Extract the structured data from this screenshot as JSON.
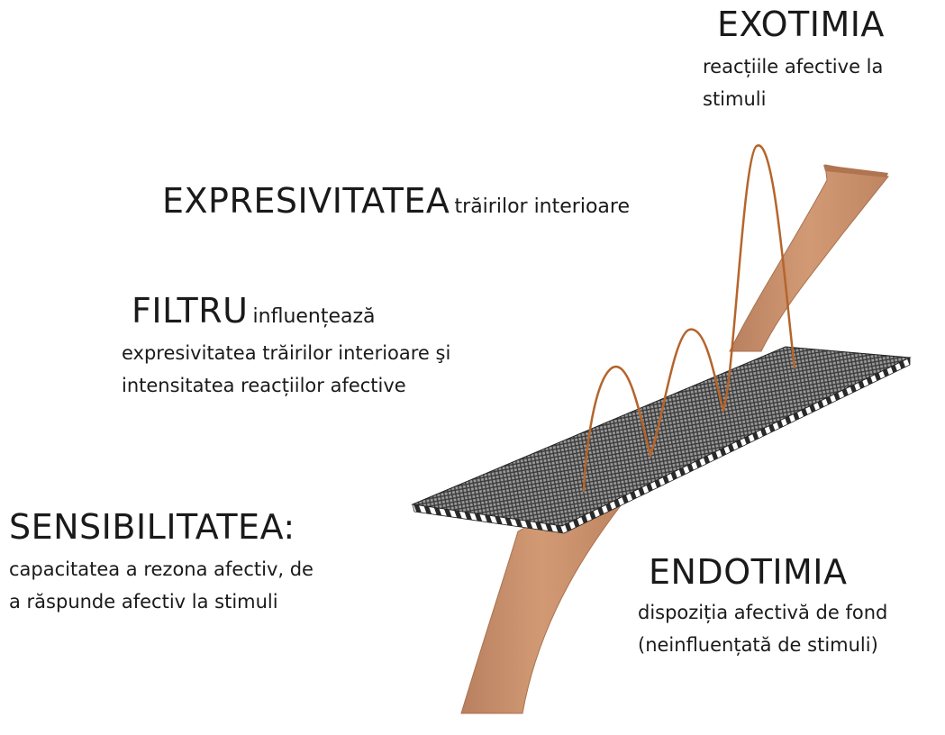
{
  "labels": {
    "exotimia": {
      "title": "EXOTIMIA",
      "lines": [
        "reacțiile afective la",
        "stimuli"
      ]
    },
    "expresivitatea": {
      "title": "EXPRESIVITATEA",
      "suffix": "trăirilor interioare"
    },
    "filtru": {
      "title": "FILTRU",
      "suffix": "influențează",
      "lines": [
        "expresivitatea trăirilor interioare şi",
        "intensitatea reacțiilor afective"
      ]
    },
    "sensibilitatea": {
      "title": "SENSIBILITATEA:",
      "lines": [
        "capacitatea a rezona afectiv, de",
        "a răspunde afectiv la stimuli"
      ]
    },
    "endotimia": {
      "title": "ENDOTIMIA",
      "lines": [
        "dispoziția afectivă de fond",
        "(neinfluențată de stimuli)"
      ]
    }
  },
  "colors": {
    "ribbon": "#c8906a",
    "ribbon_edge": "#a8724e",
    "wave": "#b5652c",
    "filter_dark": "#3a3a3a",
    "filter_light": "#9a9a9a",
    "text": "#1a1a1a"
  }
}
